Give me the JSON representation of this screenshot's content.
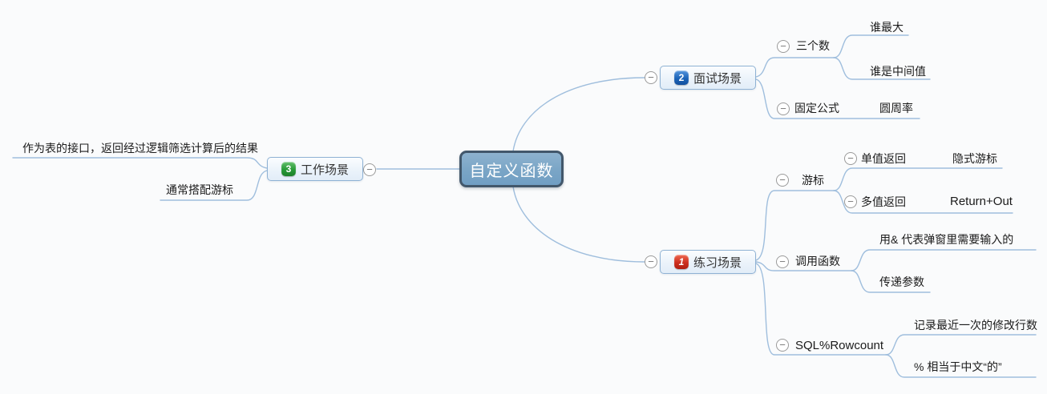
{
  "colors": {
    "background": "#fafbfc",
    "connector_line": "#9fbedd",
    "root_fill": "#7aa5c6",
    "root_border": "#42576b",
    "root_text": "#ffffff",
    "node_border": "#8fb2d4",
    "node_fill": "#eaf2fa",
    "badge_blue": "#1c64b8",
    "badge_green": "#279a37",
    "badge_red": "#cc2f1f",
    "leaf_text": "#1b1b1b"
  },
  "icons": {
    "collapse_glyph": "−"
  },
  "root": {
    "label": "自定义函数"
  },
  "branches": {
    "interview": {
      "badge": "2",
      "label": "面试场景",
      "children": {
        "three_numbers": {
          "label": "三个数",
          "children": {
            "who_max": {
              "label": "谁最大"
            },
            "who_middle": {
              "label": "谁是中间值"
            }
          }
        },
        "fixed_formula": {
          "label": "固定公式",
          "children": {
            "pi": {
              "label": "圆周率"
            }
          }
        }
      }
    },
    "work": {
      "badge": "3",
      "label": "工作场景",
      "children": {
        "table_interface": {
          "label": "作为表的接口，返回经过逻辑筛选计算后的结果"
        },
        "with_cursor": {
          "label": "通常搭配游标"
        }
      }
    },
    "practice": {
      "badge": "1",
      "label": "练习场景",
      "children": {
        "cursor": {
          "label": "游标",
          "children": {
            "single_return": {
              "label": "单值返回",
              "children": {
                "implicit_cursor": {
                  "label": "隐式游标"
                }
              }
            },
            "multi_return": {
              "label": "多值返回",
              "children": {
                "return_out": {
                  "label": "Return+Out"
                }
              }
            }
          }
        },
        "call_function": {
          "label": "调用函数",
          "children": {
            "amp_input": {
              "label": "用& 代表弹窗里需要输入的"
            },
            "pass_params": {
              "label": "传递参数"
            }
          }
        },
        "sql_rowcount": {
          "label": "SQL%Rowcount",
          "children": {
            "record_rows": {
              "label": "记录最近一次的修改行数"
            },
            "percent_meaning": {
              "label": "% 相当于中文“的”"
            }
          }
        }
      }
    }
  }
}
